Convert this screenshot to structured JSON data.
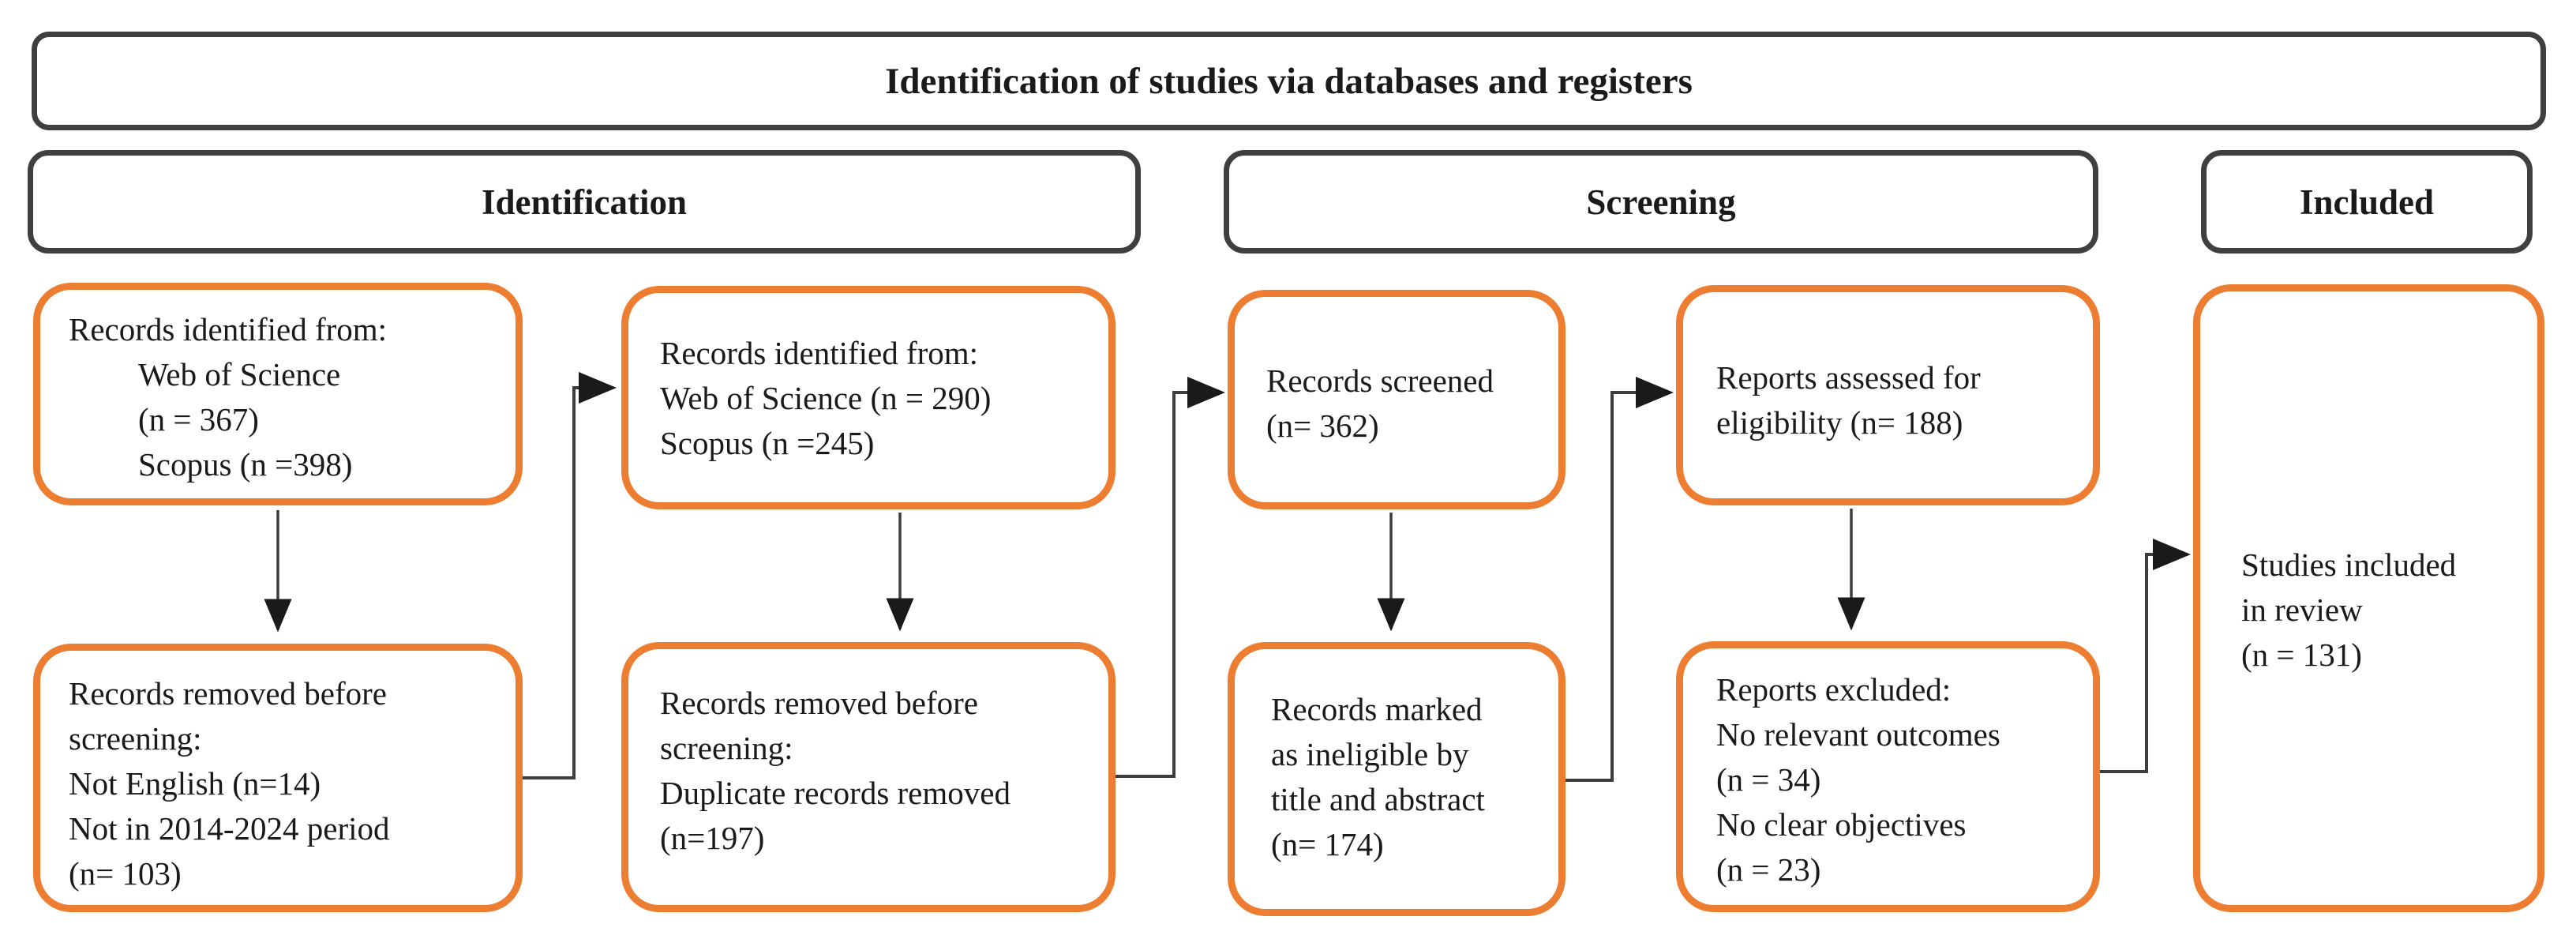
{
  "title": "Identification of studies via databases and registers",
  "stages": [
    {
      "label": "Identification"
    },
    {
      "label": "Screening"
    },
    {
      "label": "Included"
    }
  ],
  "boxes": {
    "identified_initial": {
      "lines": [
        "Records identified from:",
        "Web of Science",
        "(n = 367)",
        "Scopus (n =398)"
      ]
    },
    "identified_second": {
      "lines": [
        "Records identified from:",
        "Web of Science (n = 290)",
        "Scopus (n =245)"
      ]
    },
    "records_screened": {
      "lines": [
        "Records screened",
        "(n= 362)"
      ]
    },
    "reports_assessed": {
      "lines": [
        "Reports assessed for",
        "eligibility (n= 188)"
      ]
    },
    "studies_included": {
      "lines": [
        "Studies included",
        "in review",
        "(n = 131)"
      ]
    },
    "removed_initial": {
      "lines": [
        "Records removed before",
        "screening:",
        "Not English (n=14)",
        "Not in 2014-2024 period",
        "(n= 103)"
      ]
    },
    "removed_duplicates": {
      "lines": [
        "Records removed before",
        "screening:",
        "Duplicate records removed",
        "(n=197)"
      ]
    },
    "marked_ineligible": {
      "lines": [
        "Records marked",
        "as ineligible by",
        "title and abstract",
        "(n= 174)"
      ]
    },
    "reports_excluded": {
      "lines": [
        "Reports excluded:",
        "No relevant outcomes",
        "(n = 34)",
        "No clear objectives",
        "(n = 23)"
      ]
    }
  },
  "colors": {
    "box_border": "#ED7D31",
    "header_border": "#3F3F3F",
    "connector": "#3D3D3D",
    "text": "#1A1A1A"
  }
}
